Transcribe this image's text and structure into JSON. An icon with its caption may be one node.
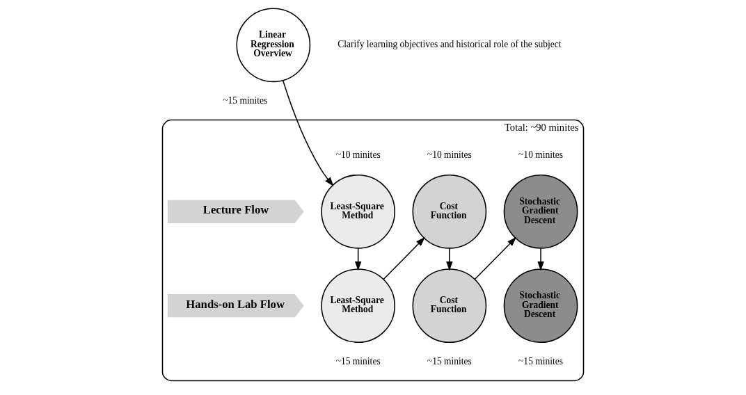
{
  "diagram": {
    "nodes": [
      {
        "text": [
          "Linear Regression Overview"
        ],
        "beside": [
          "Clarify learning objectives and historical role of the subject",
          "~15 minites"
        ]
      },
      {
        "text": [
          "Total: ~90 minites"
        ]
      },
      {
        "text": [
          "Lecture Flow"
        ],
        "in": 1
      },
      {
        "text": [
          "Least-Square Method"
        ],
        "in": 1,
        "beside": [
          "~10 minites"
        ]
      },
      {
        "text": [
          "Cost Function"
        ],
        "in": 1,
        "beside": [
          "~10 minites"
        ]
      },
      {
        "text": [
          "Stochastic Gradient Descent"
        ],
        "in": 1,
        "beside": [
          "~10 minites"
        ]
      },
      {
        "text": [
          "Hands-on Lab Flow"
        ],
        "in": 1
      },
      {
        "text": [
          "Least-Square Method"
        ],
        "in": 1,
        "beside": [
          "~15 minites"
        ]
      },
      {
        "text": [
          "Cost Function"
        ],
        "in": 1,
        "beside": [
          "~15 minites"
        ]
      },
      {
        "text": [
          "Stochastic Gradient Descent"
        ],
        "in": 1,
        "beside": [
          "~15 minites"
        ]
      }
    ],
    "edges": [
      {
        "from": 0,
        "to": 3,
        "arrow": "to"
      },
      {
        "from": 3,
        "to": 7,
        "arrow": "to"
      },
      {
        "from": 7,
        "to": 4,
        "arrow": "to"
      },
      {
        "from": 4,
        "to": 8,
        "arrow": "to"
      },
      {
        "from": 8,
        "to": 5,
        "arrow": "to"
      },
      {
        "from": 5,
        "to": 9,
        "arrow": "to"
      }
    ]
  }
}
